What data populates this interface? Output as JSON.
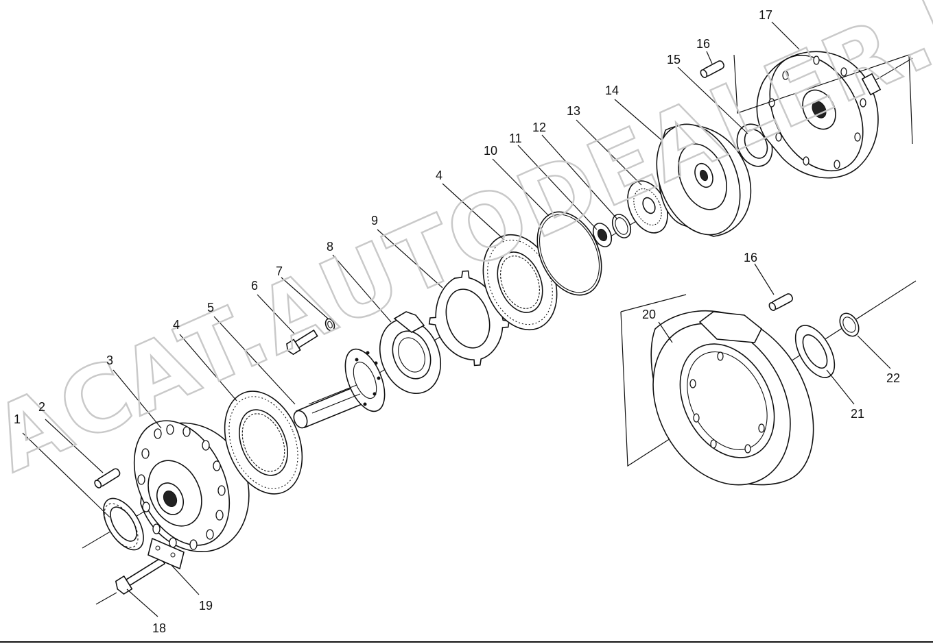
{
  "watermark": {
    "text": "ACAT.AUTODEALER.RU"
  },
  "callouts": {
    "c1": "1",
    "c2": "2",
    "c3": "3",
    "c4a": "4",
    "c5": "5",
    "c6": "6",
    "c7": "7",
    "c8": "8",
    "c9": "9",
    "c4b": "4",
    "c10": "10",
    "c11": "11",
    "c12": "12",
    "c13": "13",
    "c14": "14",
    "c15": "15",
    "c16a": "16",
    "c17": "17",
    "c16b": "16",
    "c20": "20",
    "c21": "21",
    "c22": "22",
    "c18": "18",
    "c19": "19"
  }
}
